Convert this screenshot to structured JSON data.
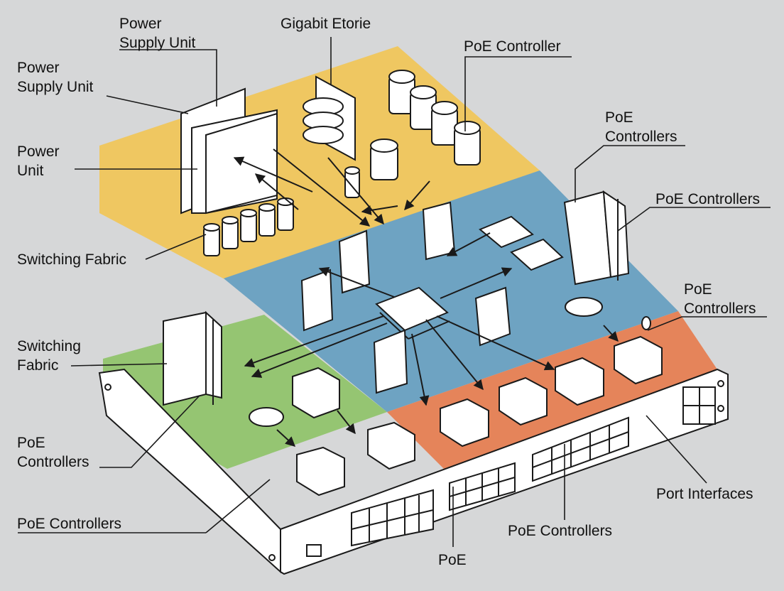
{
  "colors": {
    "background": "#d6d7d8",
    "power_zone": "#efc761",
    "fabric_zone": "#6ea3c2",
    "poe_zone_left": "#95c572",
    "poe_zone_right": "#e5845a",
    "stroke": "#1a1a1a",
    "component_fill": "#ffffff"
  },
  "labels": {
    "psu_top": [
      "Power",
      "Supply Unit"
    ],
    "gigabit": "Gigabit Etorie",
    "poe_controller_top": "PoE Controller",
    "psu_left": [
      "Power",
      "Supply Unit"
    ],
    "power_unit": [
      "Power",
      "Unit"
    ],
    "poe_controllers_right_1": [
      "PoE",
      "Controllers"
    ],
    "poe_controllers_right_2": "PoE Controllers",
    "switching_fabric_1": "Switching Fabric",
    "poe_controllers_right_3": [
      "PoE",
      "Controllers"
    ],
    "switching_fabric_2": [
      "Switching",
      "Fabric"
    ],
    "poe_controllers_left": [
      "PoE",
      "Controllers"
    ],
    "poe_controllers_bottom_left": "PoE Controllers",
    "port_interfaces": "Port Interfaces",
    "poe_controllers_bottom": "PoE Controllers",
    "poe_bottom": "PoE"
  },
  "icons": [
    "psu-icon",
    "transformer-icon",
    "capacitor-icon",
    "chip-icon",
    "ethernet-port-icon",
    "poe-module-icon",
    "heatsink-icon",
    "led-icon"
  ]
}
